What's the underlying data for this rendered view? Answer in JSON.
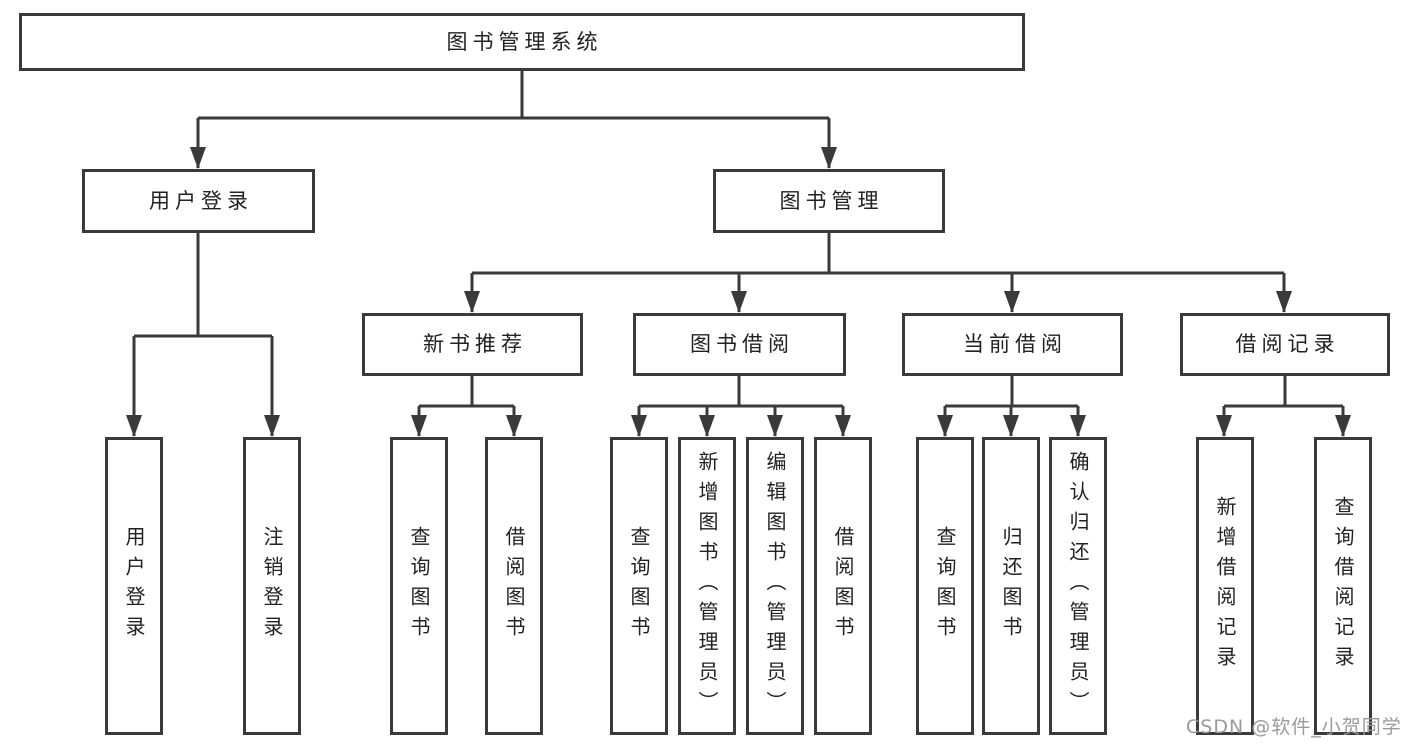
{
  "diagram": {
    "title": "图书管理系统",
    "level2": [
      {
        "label": "用户登录"
      },
      {
        "label": "图书管理"
      }
    ],
    "level3": [
      {
        "label": "新书推荐"
      },
      {
        "label": "图书借阅"
      },
      {
        "label": "当前借阅"
      },
      {
        "label": "借阅记录"
      }
    ],
    "leaves": [
      {
        "label": "用户登录"
      },
      {
        "label": "注销登录"
      },
      {
        "label": "查询图书"
      },
      {
        "label": "借阅图书"
      },
      {
        "label": "查询图书"
      },
      {
        "label": "新增图书（管理员）"
      },
      {
        "label": "编辑图书（管理员）"
      },
      {
        "label": "借阅图书"
      },
      {
        "label": "查询图书"
      },
      {
        "label": "归还图书"
      },
      {
        "label": "确认归还（管理员）"
      },
      {
        "label": "新增借阅记录"
      },
      {
        "label": "查询借阅记录"
      }
    ],
    "watermark": "CSDN @软件_小贺同学",
    "colors": {
      "line": "#3a3a3a",
      "text": "#222222",
      "background": "#ffffff",
      "watermark": "#9a9a9a"
    }
  }
}
